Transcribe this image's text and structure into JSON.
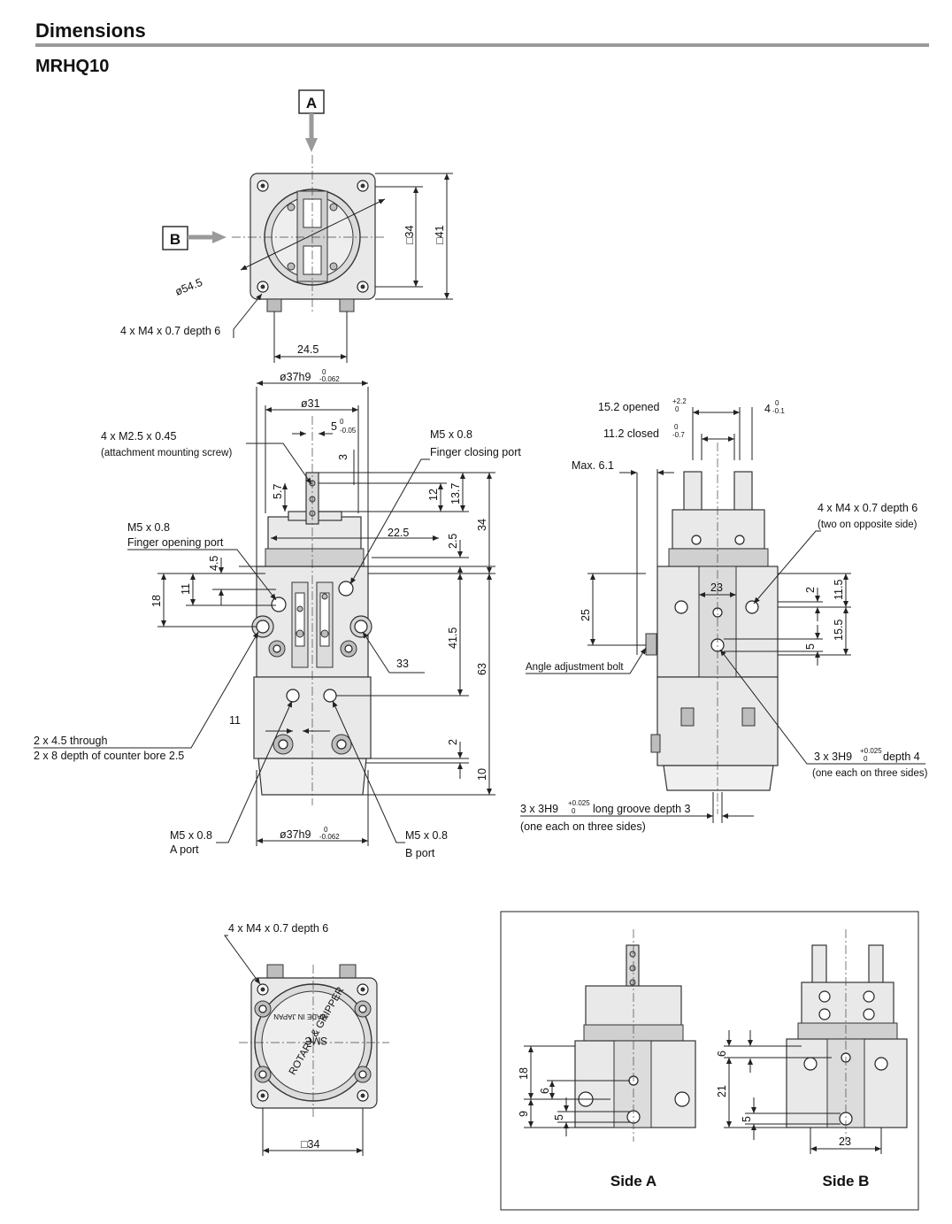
{
  "header": {
    "title": "Dimensions",
    "model": "MRHQ10"
  },
  "views": {
    "top": {
      "arrow_a": "A",
      "arrow_b": "B",
      "dim_phi": "ø54.5",
      "dim_sq34": "□34",
      "dim_sq41": "□41",
      "dim_24_5": "24.5",
      "label_screw": "4 x M4 x 0.7 depth 6"
    },
    "front": {
      "dim_phi37_top": "ø37h9",
      "tol_phi37_top_upper": "0",
      "tol_phi37_top_lower": "-0.062",
      "dim_phi31": "ø31",
      "dim_5": "5",
      "tol_5": "-0.05",
      "tol_5_upper": "0",
      "dim_3": "3",
      "dim_5_7": "5.7",
      "dim_12": "12",
      "dim_13_7": "13.7",
      "dim_34": "34",
      "dim_22_5": "22.5",
      "dim_2_5": "2.5",
      "dim_4_5": "4.5",
      "dim_11a": "11",
      "dim_18": "18",
      "dim_41_5": "41.5",
      "dim_63": "63",
      "dim_33": "33",
      "dim_11b": "11",
      "dim_2": "2",
      "dim_10": "10",
      "dim_phi37_bottom": "ø37h9",
      "tol_phi37_bottom_upper": "0",
      "tol_phi37_bottom_lower": "-0.062",
      "label_attach_1": "4 x M2.5 x 0.45",
      "label_attach_2": "(attachment mounting screw)",
      "label_close_1": "M5 x 0.8",
      "label_close_2": "Finger closing port",
      "label_open_1": "M5 x 0.8",
      "label_open_2": "Finger opening port",
      "label_through_1": "2 x 4.5  through",
      "label_through_2": "2 x 8 depth of counter bore 2.5",
      "label_a_1": "M5 x 0.8",
      "label_a_2": "A port",
      "label_b_1": "M5 x 0.8",
      "label_b_2": "B port"
    },
    "side": {
      "label_opened": "15.2 opened",
      "tol_opened_upper": "+2.2",
      "tol_opened_lower": "0",
      "label_4": "4",
      "tol_4_upper": "0",
      "tol_4_lower": "-0.1",
      "label_closed": "11.2 closed",
      "tol_closed_upper": "0",
      "tol_closed_lower": "-0.7",
      "label_max": "Max. 6.1",
      "label_m4_1": "4 x M4 x 0.7 depth 6",
      "label_m4_2": "(two on opposite side)",
      "dim_23": "23",
      "dim_2": "2",
      "dim_11_5": "11.5",
      "dim_25": "25",
      "dim_15_5": "15.5",
      "dim_5": "5",
      "label_bolt": "Angle adjustment bolt",
      "label_3h9_1": "3 x 3H9",
      "tol_3h9_upper": "+0.025",
      "tol_3h9_lower": "0",
      "label_3h9_depth": "depth 4",
      "label_3h9_2": "(one each on three sides)",
      "label_groove_1": "3 x 3H9",
      "tol_groove_upper": "+0.025",
      "tol_groove_lower": "0",
      "label_groove_depth": "long groove depth 3",
      "label_groove_2": "(one each on three sides)"
    },
    "bottom": {
      "label_screw": "4 x M4 x 0.7 depth 6",
      "dim_sq34": "□34",
      "text_ring": "ROTARY & GRIPPER",
      "text_smc": "SMC",
      "text_made": "MADE IN JAPAN"
    },
    "side_a": {
      "title": "Side A",
      "dim_18": "18",
      "dim_6": "6",
      "dim_9": "9",
      "dim_5": "5"
    },
    "side_b": {
      "title": "Side B",
      "dim_6": "6",
      "dim_21": "21",
      "dim_5": "5",
      "dim_23": "23"
    }
  }
}
